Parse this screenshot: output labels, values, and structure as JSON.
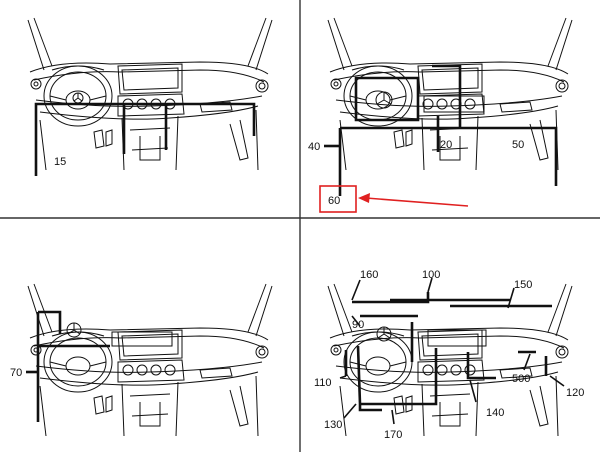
{
  "callouts": {
    "tl_15": "15",
    "tr_40": "40",
    "tr_20": "20",
    "tr_50": "50",
    "tr_60": "60",
    "bl_70": "70",
    "br_160": "160",
    "br_100": "100",
    "br_150": "150",
    "br_90": "90",
    "br_110": "110",
    "br_500": "500",
    "br_120": "120",
    "br_130": "130",
    "br_140": "140",
    "br_170": "170"
  },
  "colors": {
    "line": "#111111",
    "divider": "#333333",
    "highlight": "#e02020"
  },
  "icons": {
    "emblem": "mercedes-star-icon"
  }
}
